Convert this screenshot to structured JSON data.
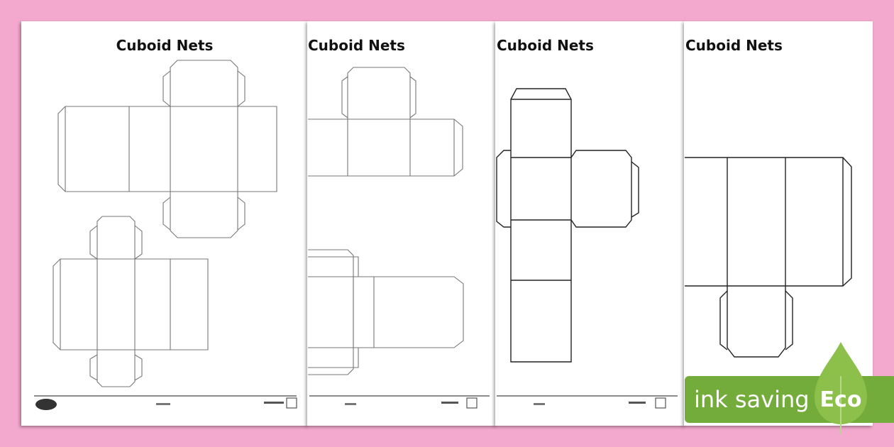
{
  "pages": [
    {
      "title": "Cuboid Nets"
    },
    {
      "title": "Cuboid Nets"
    },
    {
      "title": "Cuboid Nets"
    },
    {
      "title": "Cuboid Nets"
    }
  ],
  "badge": {
    "label": "ink saving",
    "eco": "Eco",
    "color": "#74ac3c"
  },
  "colors": {
    "background": "#f3a8cd",
    "page": "#ffffff"
  }
}
